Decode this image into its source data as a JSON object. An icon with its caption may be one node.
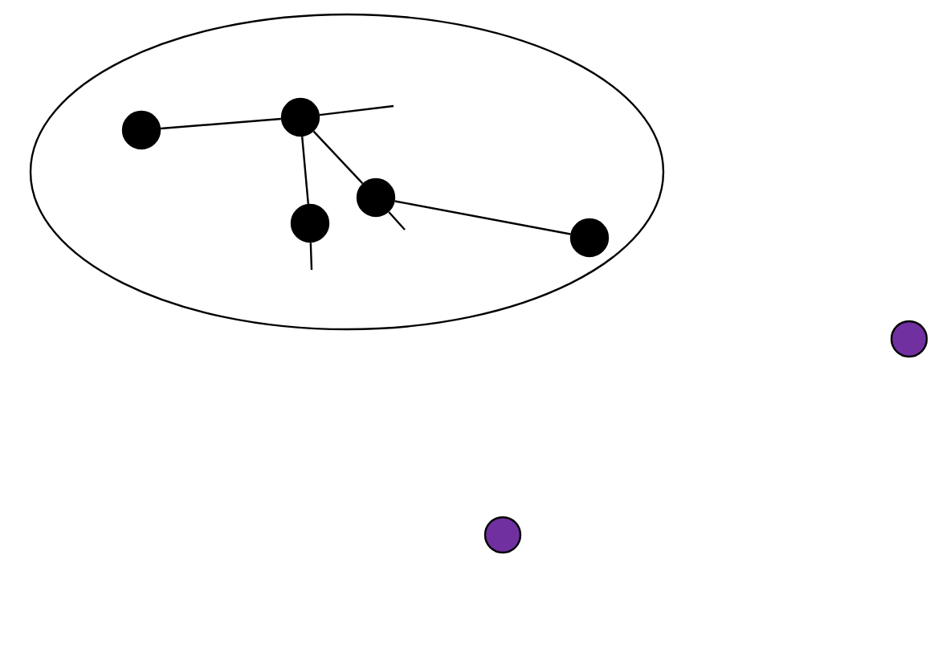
{
  "diagram": {
    "nodes": [
      {
        "text": [],
        "shape": "ellipse"
      },
      {
        "text": [],
        "shape": "circle",
        "in": 0
      },
      {
        "text": [],
        "shape": "circle",
        "in": 0
      },
      {
        "text": [],
        "shape": "circle",
        "in": 0
      },
      {
        "text": [],
        "shape": "circle",
        "in": 0
      },
      {
        "text": [],
        "shape": "circle",
        "in": 0
      },
      {
        "text": [],
        "shape": "circle"
      },
      {
        "text": [],
        "shape": "circle"
      }
    ],
    "edges": [
      {
        "from": 1,
        "to": 2,
        "arrow": "none"
      },
      {
        "from": 2,
        "to": null,
        "arrow": "none"
      },
      {
        "from": 2,
        "to": 3,
        "arrow": "none"
      },
      {
        "from": 3,
        "to": null,
        "arrow": "none"
      },
      {
        "from": 2,
        "to": 4,
        "arrow": "none"
      },
      {
        "from": 4,
        "to": null,
        "arrow": "none"
      },
      {
        "from": 4,
        "to": 5,
        "arrow": "none"
      }
    ]
  }
}
